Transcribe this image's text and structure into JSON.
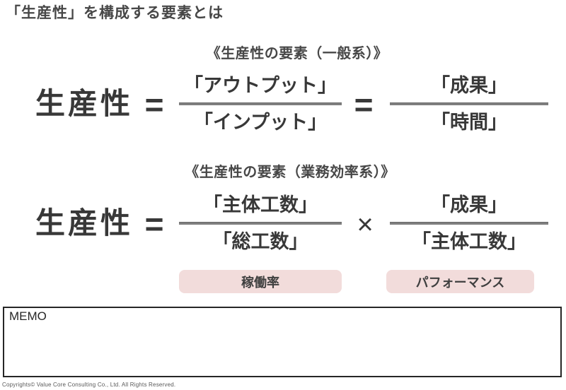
{
  "page": {
    "title": "「生産性」を構成する要素とは",
    "copyright": "Copyrights© Value Core Consulting Co., Ltd.  All Rights Reserved."
  },
  "colors": {
    "text_dark": "#3f3f3f",
    "fraction_bar": "#7f7f7f",
    "pink_label_bg": "#f2dcdb",
    "memo_border": "#262626"
  },
  "sections": [
    {
      "heading": "《生産性の要素（一般系）》",
      "lhs": "生産性",
      "op1": "=",
      "op2": "=",
      "fractions": [
        {
          "numerator": "「アウトプット」",
          "denominator": "「インプット」"
        },
        {
          "numerator": "「成果」",
          "denominator": "「時間」"
        }
      ]
    },
    {
      "heading": "《生産性の要素（業務効率系）》",
      "lhs": "生産性",
      "op1": "=",
      "op2": "×",
      "fractions": [
        {
          "numerator": "「主体工数」",
          "denominator": "「総工数」"
        },
        {
          "numerator": "「成果」",
          "denominator": "「主体工数」"
        }
      ],
      "labels": [
        "稼働率",
        "パフォーマンス"
      ]
    }
  ],
  "memo": {
    "label": "MEMO"
  }
}
